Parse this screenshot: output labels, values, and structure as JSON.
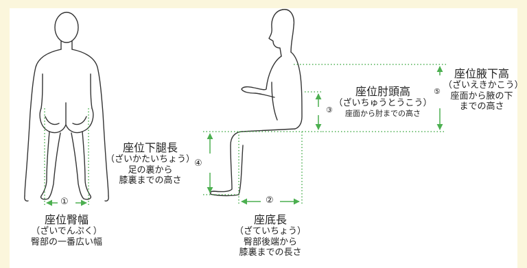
{
  "border_color": "#fbf6dc",
  "guide_color": "#4caf50",
  "measurements": [
    {
      "marker": "①",
      "name": "座位臀幅",
      "reading": "（ざいでんぷく）",
      "desc": [
        "臀部の一番広い幅"
      ]
    },
    {
      "marker": "②",
      "name": "座底長",
      "reading": "（ざていちょう）",
      "desc": [
        "臀部後端から",
        "膝裏までの長さ"
      ]
    },
    {
      "marker": "③",
      "name": "座位肘頭高",
      "reading": "（ざいちゅうとうこう）",
      "desc": [
        "座面から肘までの高さ"
      ]
    },
    {
      "marker": "④",
      "name": "座位下腿長",
      "reading": "（ざいかたいちょう）",
      "desc": [
        "足の裏から",
        "膝裏までの高さ"
      ]
    },
    {
      "marker": "⑤",
      "name": "座位腋下高",
      "reading": "（ざいえきかこう）",
      "desc": [
        "座面から腋の下",
        "までの高さ"
      ]
    }
  ]
}
